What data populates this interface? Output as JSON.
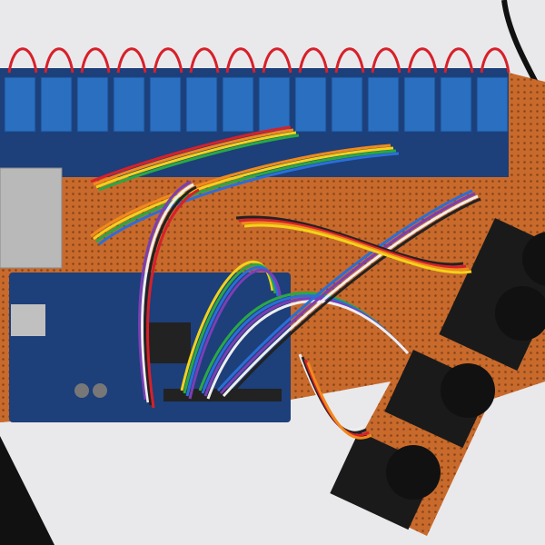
{
  "scene": {
    "objects": [
      "relay-module-row",
      "arduino-mega-board",
      "perfboard",
      "joystick-modules",
      "ribbon-cables",
      "jumper-wires",
      "power-supply-module"
    ],
    "colors": {
      "background": "#e9e9ec",
      "perfboard": "#c86a2c",
      "pcb_blue": "#1d3f7a",
      "relay_blue": "#2a6fc0",
      "joystick_cap": "#1a1a1a",
      "red_wire": "#d8202a"
    }
  }
}
